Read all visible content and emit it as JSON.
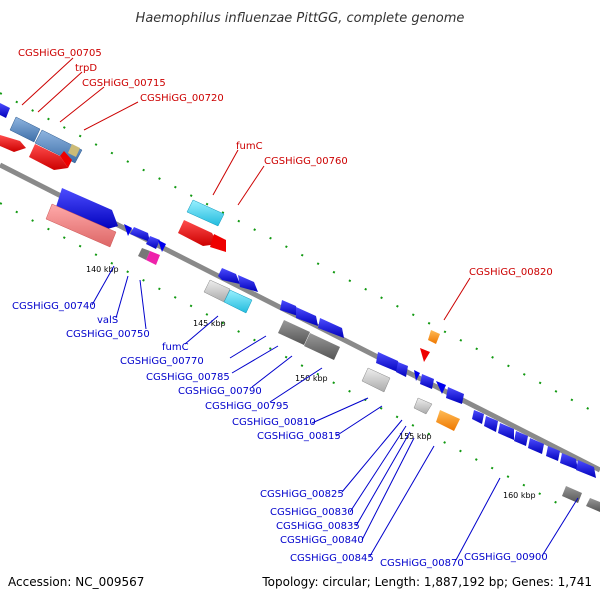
{
  "title": "Haemophilus influenzae PittGG, complete genome",
  "footer": {
    "accession": "Accession: NC_009567",
    "summary": "Topology: circular; Length: 1,887,192 bp; Genes: 1,741"
  },
  "scale_labels": [
    "140 kbp",
    "145 kbp",
    "150 kbp",
    "155 kbp",
    "160 kbp"
  ],
  "forward_labels": [
    "CGSHiGG_00705",
    "trpD",
    "CGSHiGG_00715",
    "CGSHiGG_00720",
    "fumC",
    "CGSHiGG_00760",
    "CGSHiGG_00820"
  ],
  "reverse_labels": [
    "CGSHiGG_00740",
    "valS",
    "CGSHiGG_00750",
    "fumC",
    "CGSHiGG_00770",
    "CGSHiGG_00785",
    "CGSHiGG_00790",
    "CGSHiGG_00795",
    "CGSHiGG_00810",
    "CGSHiGG_00815",
    "CGSHiGG_00825",
    "CGSHiGG_00830",
    "CGSHiGG_00835",
    "CGSHiGG_00840",
    "CGSHiGG_00845",
    "CGSHiGG_00870",
    "CGSHiGG_00900"
  ],
  "colors": {
    "backbone": "#8a8a8a",
    "forward_label": "#cc0000",
    "reverse_label": "#0000cc",
    "cds": "#0000ee",
    "gene_red": "#ee0000",
    "rrna_steelblue": "#5b8fc7",
    "trna_cyan": "#33ccee",
    "pink": "#ee8888",
    "grey": "#777777",
    "light_grey": "#cccccc",
    "orange": "#ff8800",
    "magenta": "#ee22aa",
    "khaki": "#ccbb77",
    "tick_green": "#119911"
  }
}
